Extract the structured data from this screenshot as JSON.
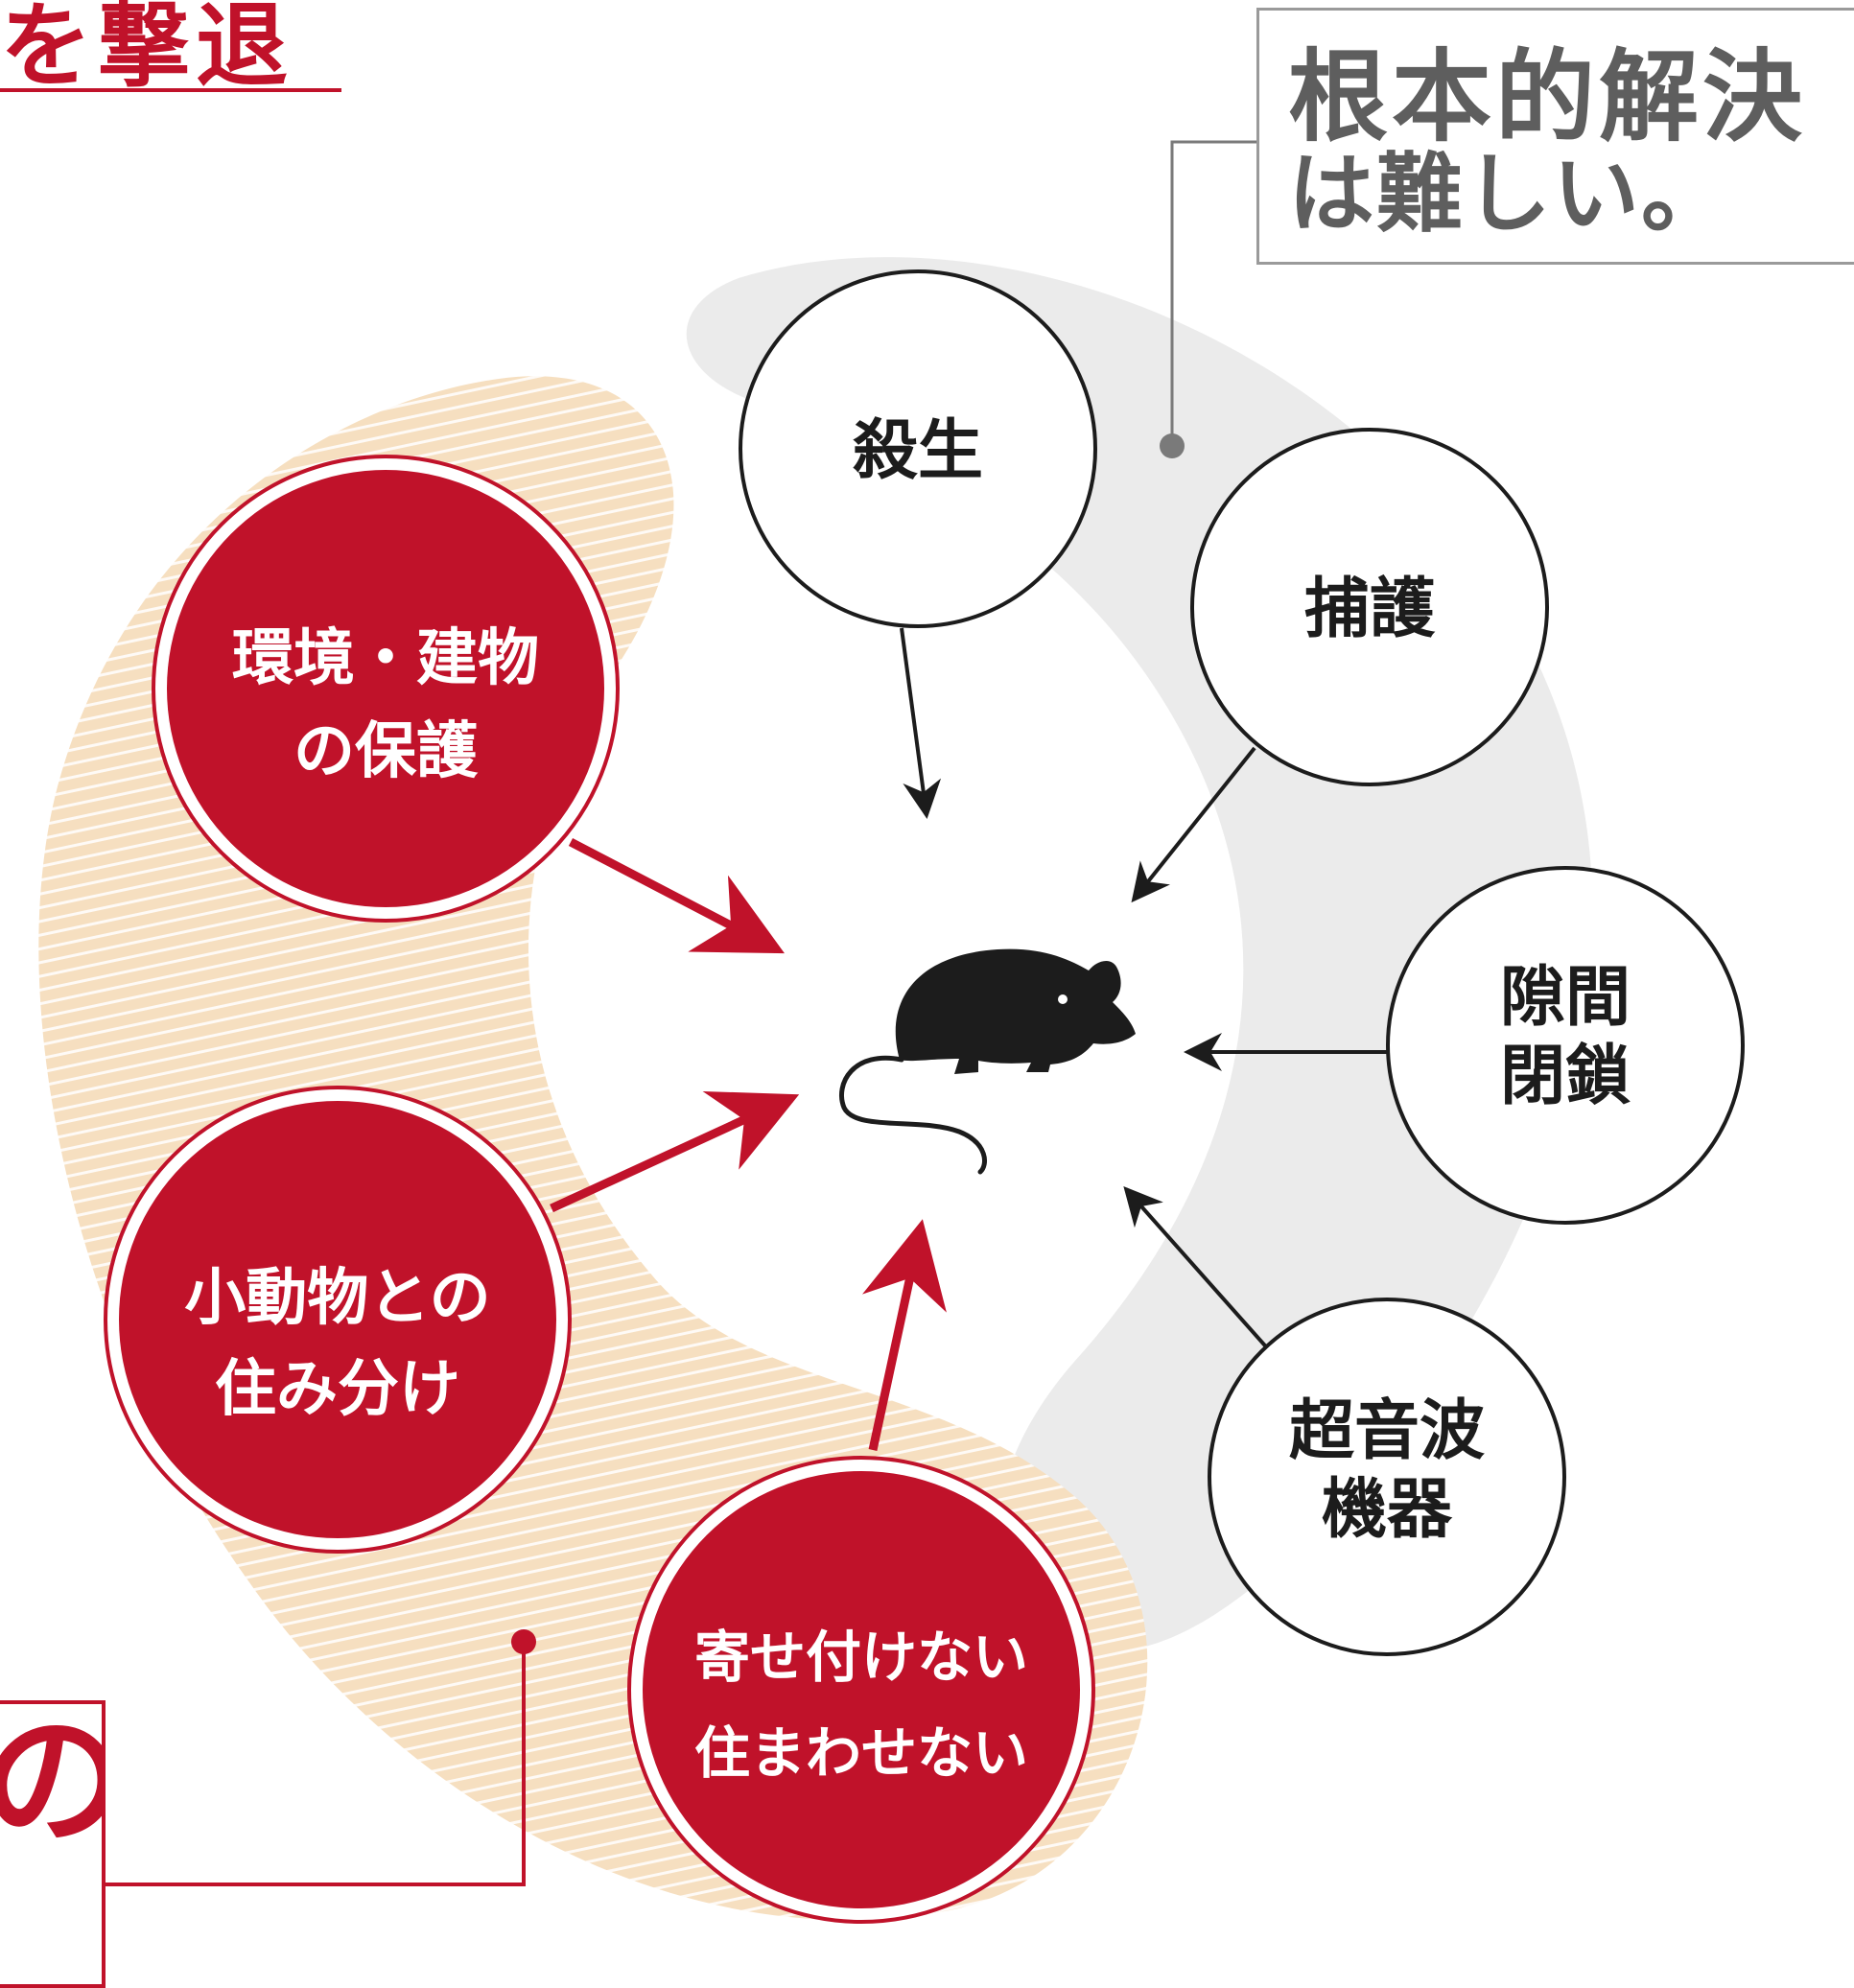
{
  "headline_fragment": "を撃退",
  "callout_right": {
    "line1": "根本的解決",
    "line2": "は難しい。"
  },
  "callout_left_fragment": "の",
  "center_icon": "rat-icon",
  "colors": {
    "red": "#c0122a",
    "gray_band": "#ebebeb",
    "beige_band": "#f6dfc0",
    "dark": "#1c1c1c"
  },
  "white_methods": [
    {
      "lines": [
        "殺生"
      ]
    },
    {
      "lines": [
        "捕護"
      ]
    },
    {
      "lines": [
        "隙間",
        "閉鎖"
      ]
    },
    {
      "lines": [
        "超音波",
        "機器"
      ]
    }
  ],
  "red_methods": [
    {
      "lines": [
        "環境・建物",
        "の保護"
      ]
    },
    {
      "lines": [
        "小動物との",
        "住み分け"
      ]
    },
    {
      "lines": [
        "寄せ付けない",
        "住まわせない"
      ]
    }
  ]
}
